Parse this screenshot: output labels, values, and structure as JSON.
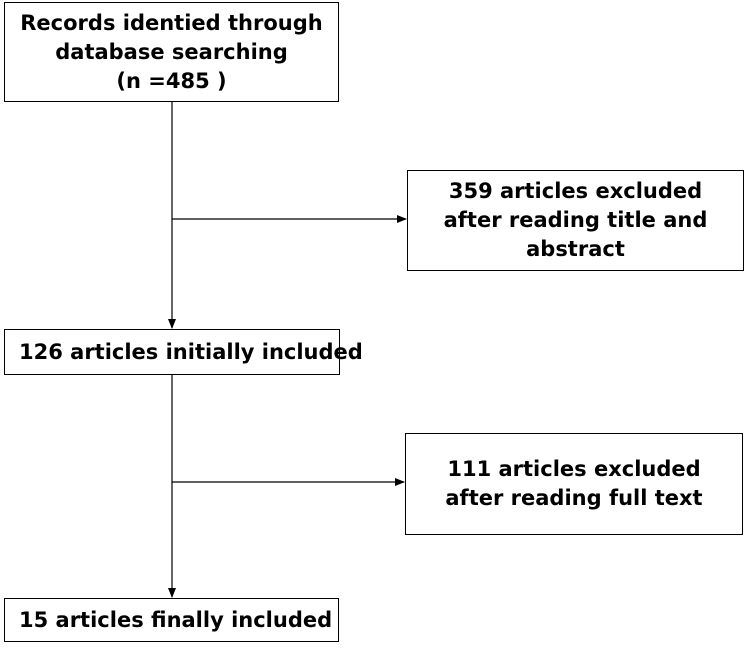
{
  "diagram": {
    "boxes": {
      "records": {
        "lines": [
          "Records identied through",
          "database searching",
          "(n =485 )"
        ]
      },
      "excluded_title_abstract": {
        "lines": [
          "359 articles excluded",
          "after reading title and",
          "abstract"
        ]
      },
      "initially_included": {
        "lines": [
          "126 articles initially included"
        ]
      },
      "excluded_full_text": {
        "lines": [
          "111 articles excluded",
          "after reading full text"
        ]
      },
      "finally_included": {
        "lines": [
          "15 articles finally included"
        ]
      }
    },
    "colors": {
      "border": "#000000",
      "text": "#000000",
      "background": "#ffffff"
    }
  }
}
